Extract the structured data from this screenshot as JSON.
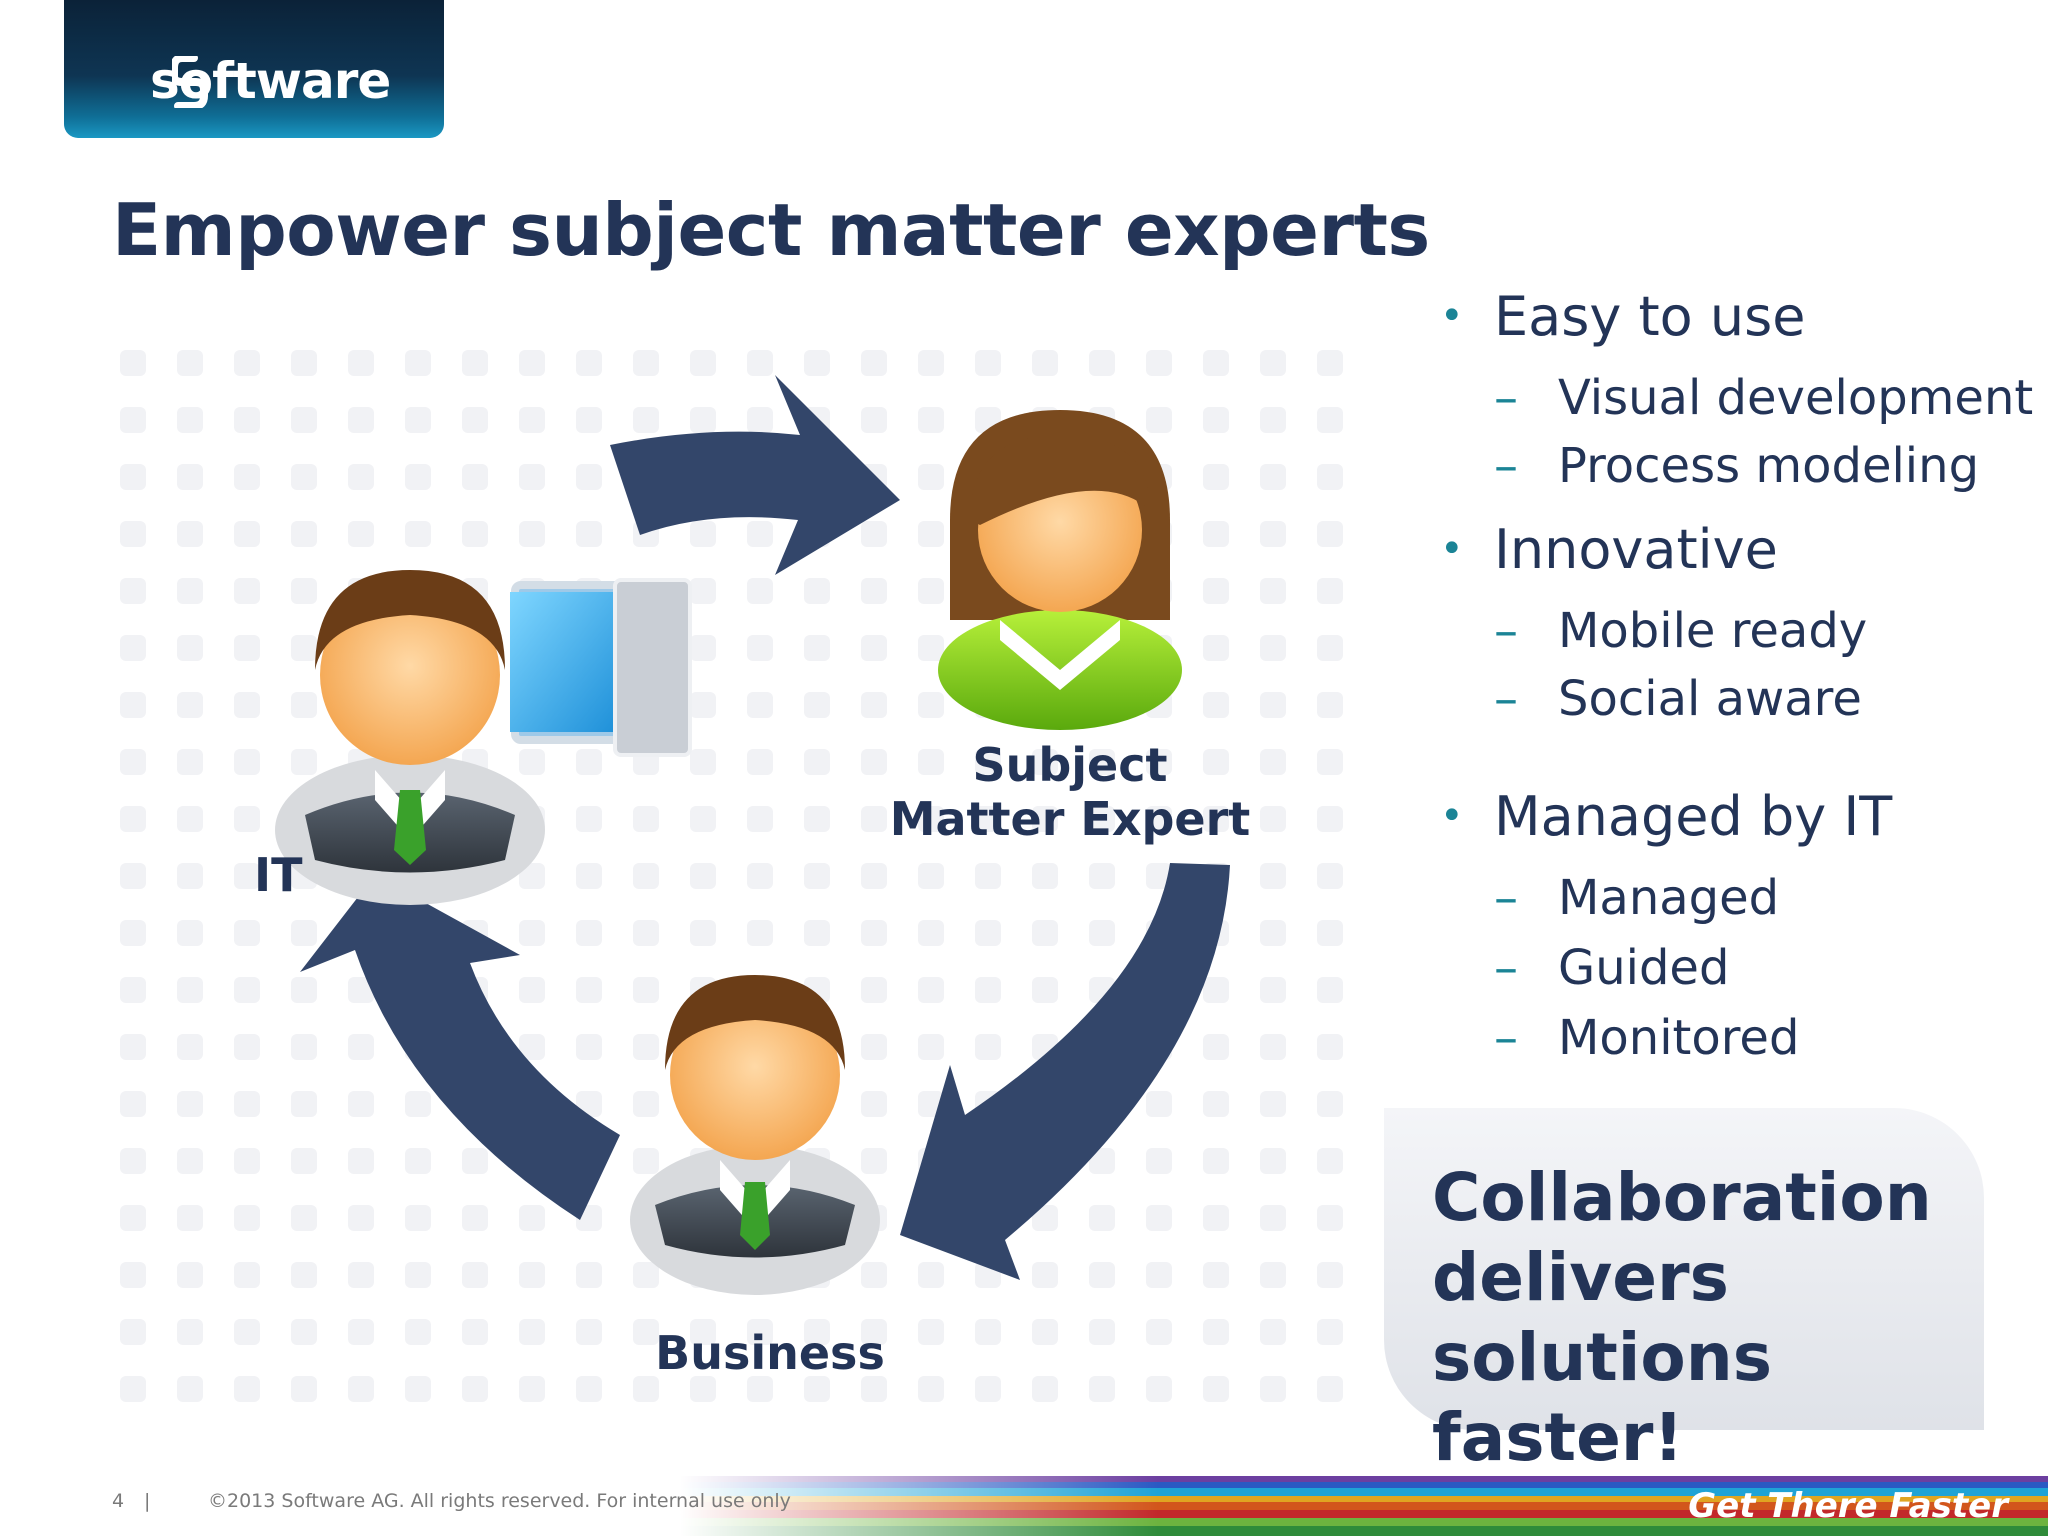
{
  "brand": {
    "name": "software",
    "suffix": "AG"
  },
  "title": "Empower subject matter experts",
  "diagram": {
    "labels": {
      "it": "IT",
      "sme_line1": "Subject",
      "sme_line2": "Matter Expert",
      "business": "Business"
    }
  },
  "bullets": [
    {
      "text": "Easy to use",
      "sub": [
        "Visual development",
        "Process modeling"
      ]
    },
    {
      "text": "Innovative",
      "sub": [
        "Mobile ready",
        "Social aware"
      ]
    },
    {
      "text": "Managed by IT",
      "sub": [
        "Managed",
        "Guided",
        "Monitored"
      ]
    }
  ],
  "callout": "Collaboration\ndelivers\nsolutions faster!",
  "footer": {
    "page": "4",
    "separator": "|",
    "copyright": "©2013 Software AG. All rights reserved. For internal use only"
  },
  "tagline": "Get There Faster",
  "colors": {
    "navy": "#233457",
    "arrow": "#33466a",
    "accent": "#1b8496"
  }
}
